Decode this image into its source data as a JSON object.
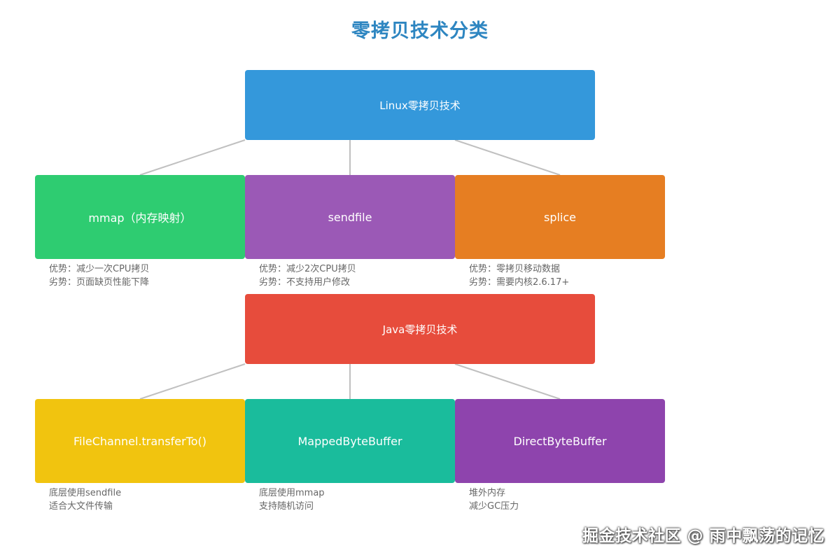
{
  "title": "零拷贝技术分类",
  "colors": {
    "title": "#2e86c1",
    "connector": "#c0c0c0",
    "note_text": "#666666"
  },
  "linux": {
    "label": "Linux零拷贝技术",
    "color": "#3498db",
    "children": [
      {
        "label": "mmap（内存映射）",
        "color": "#2ecc71",
        "notes": [
          "优势：减少一次CPU拷贝",
          "劣势：页面缺页性能下降"
        ]
      },
      {
        "label": "sendfile",
        "color": "#9b59b6",
        "notes": [
          "优势：减少2次CPU拷贝",
          "劣势：不支持用户修改"
        ]
      },
      {
        "label": "splice",
        "color": "#e67e22",
        "notes": [
          "优势：零拷贝移动数据",
          "劣势：需要内核2.6.17+"
        ]
      }
    ]
  },
  "java": {
    "label": "Java零拷贝技术",
    "color": "#e74c3c",
    "children": [
      {
        "label": "FileChannel.transferTo()",
        "color": "#f1c40f",
        "notes": [
          "底层使用sendfile",
          "适合大文件传输"
        ]
      },
      {
        "label": "MappedByteBuffer",
        "color": "#1abc9c",
        "notes": [
          "底层使用mmap",
          "支持随机访问"
        ]
      },
      {
        "label": "DirectByteBuffer",
        "color": "#8e44ad",
        "notes": [
          "堆外内存",
          "减少GC压力"
        ]
      }
    ]
  },
  "watermark": "掘金技术社区 @ 雨中飘荡的记忆"
}
